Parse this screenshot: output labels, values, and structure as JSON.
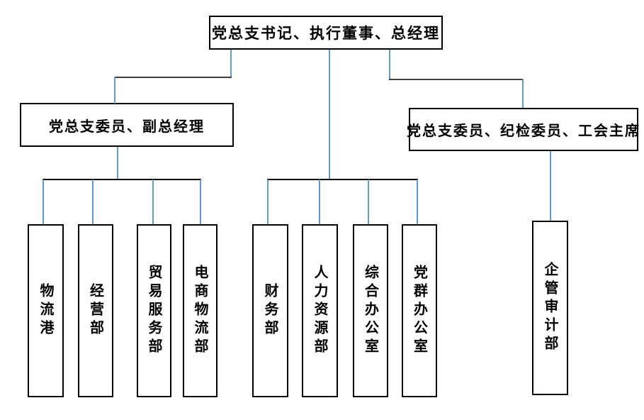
{
  "org_chart": {
    "root": {
      "label": "党总支书记、执行董事、总经理"
    },
    "branches": [
      {
        "label": "党总支委员、副总经理"
      },
      {
        "label": "党总支委员、纪检委员、工会主席"
      }
    ],
    "departments": [
      {
        "label": "物流港"
      },
      {
        "label": "经营部"
      },
      {
        "label": "贸易服务部"
      },
      {
        "label": "电商物流部"
      },
      {
        "label": "财务部"
      },
      {
        "label": "人力资源部"
      },
      {
        "label": "综合办公室"
      },
      {
        "label": "党群办公室"
      },
      {
        "label": "企管审计部"
      }
    ],
    "colors": {
      "connector_vertical": "#5B9BD5",
      "connector_horizontal": "#3f3f3f",
      "distributor": "#000000",
      "box_border": "#000000",
      "text": "#000000",
      "background": "#ffffff"
    }
  }
}
